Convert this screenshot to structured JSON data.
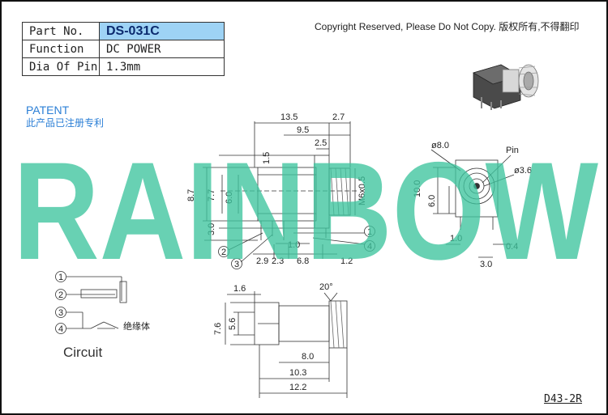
{
  "spec_table": [
    {
      "label": "Part No.",
      "value": "DS-031C"
    },
    {
      "label": "Function",
      "value": "DC POWER"
    },
    {
      "label": "Dia Of Pin",
      "value": "1.3mm"
    }
  ],
  "copyright": "Copyright Reserved, Please Do Not Copy. 版权所有,不得翻印",
  "patent": {
    "title": "PATENT",
    "subtitle": "此产品已注册专利"
  },
  "watermark": "RAINBOW",
  "side_view": {
    "d_13_5": "13.5",
    "d_2_7": "2.7",
    "d_9_5": "9.5",
    "d_2_5": "2.5",
    "d_1_5": "1.5",
    "d_8_7": "8.7",
    "d_7_7": "7.7",
    "d_6_0": "6.0",
    "d_3_0": "3.0",
    "d_m6": "M6x0.5",
    "d_1_0": "1.0",
    "d_2_9": "2.9",
    "d_2_3": "2.3",
    "d_6_8": "6.8",
    "d_1_2": "1.2",
    "pin_1": "1",
    "pin_2": "2",
    "pin_3": "3",
    "pin_4": "4"
  },
  "front_view": {
    "d_phi8": "ø8.0",
    "pin_label": "Pin",
    "d_phi3_6": "ø3.6",
    "d_10": "10.0",
    "d_6": "6.0",
    "d_1_0": "1.0",
    "d_0_4": "0.4",
    "d_3_0": "3.0"
  },
  "top_view": {
    "d_1_6": "1.6",
    "d_20deg": "20°",
    "d_7_6": "7.6",
    "d_5_6": "5.6",
    "d_8_0": "8.0",
    "d_10_3": "10.3",
    "d_12_2": "12.2"
  },
  "circuit": {
    "title": "Circuit",
    "insulator_label": "绝缘体",
    "pins": [
      "1",
      "2",
      "3",
      "4"
    ]
  },
  "drawing_number": "D43-2R",
  "colors": {
    "watermark": "#3ec49d",
    "highlight": "#9ed3f5",
    "patent": "#2b7fd6"
  }
}
